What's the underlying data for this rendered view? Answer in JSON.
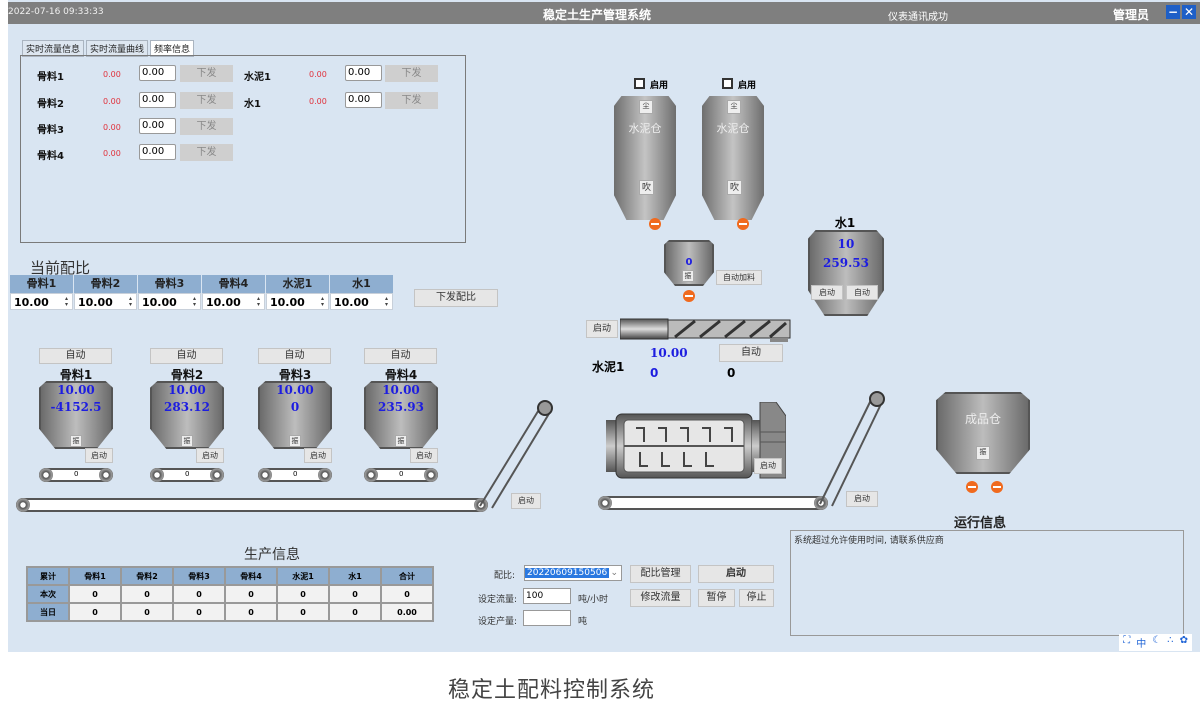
{
  "titlebar": {
    "datetime": "2022-07-16 09:33:33",
    "title": "稳定土生产管理系统",
    "status": "仪表通讯成功",
    "user": "管理员",
    "minimize": "−",
    "close": "✕"
  },
  "tabs": [
    {
      "label": "实时流量信息"
    },
    {
      "label": "实时流量曲线"
    },
    {
      "label": "频率信息",
      "active": true
    }
  ],
  "flow": {
    "rows": [
      {
        "label": "骨料1",
        "value": "0.00",
        "input": "0.00",
        "button": "下发"
      },
      {
        "label": "骨料2",
        "value": "0.00",
        "input": "0.00",
        "button": "下发"
      },
      {
        "label": "骨料3",
        "value": "0.00",
        "input": "0.00",
        "button": "下发"
      },
      {
        "label": "骨料4",
        "value": "0.00",
        "input": "0.00",
        "button": "下发"
      },
      {
        "label": "水泥1",
        "value": "0.00",
        "input": "0.00",
        "button": "下发"
      },
      {
        "label": "水1",
        "value": "0.00",
        "input": "0.00",
        "button": "下发"
      }
    ]
  },
  "ratio": {
    "title": "当前配比",
    "columns": [
      {
        "label": "骨料1",
        "value": "10.00"
      },
      {
        "label": "骨料2",
        "value": "10.00"
      },
      {
        "label": "骨料3",
        "value": "10.00"
      },
      {
        "label": "骨料4",
        "value": "10.00"
      },
      {
        "label": "水泥1",
        "value": "10.00"
      },
      {
        "label": "水1",
        "value": "10.00"
      }
    ],
    "send_button": "下发配比"
  },
  "aggregates": [
    {
      "auto": "自动",
      "name": "骨料1",
      "set": "10.00",
      "actual": "-4152.5",
      "vib": "振",
      "start": "启动",
      "belt": "0"
    },
    {
      "auto": "自动",
      "name": "骨料2",
      "set": "10.00",
      "actual": "283.12",
      "vib": "振",
      "start": "启动",
      "belt": "0"
    },
    {
      "auto": "自动",
      "name": "骨料3",
      "set": "10.00",
      "actual": "0",
      "vib": "振",
      "start": "启动",
      "belt": "0"
    },
    {
      "auto": "自动",
      "name": "骨料4",
      "set": "10.00",
      "actual": "235.93",
      "vib": "振",
      "start": "启动",
      "belt": "0"
    }
  ],
  "main_belt_start": "启动",
  "silos": [
    {
      "enable": "启用",
      "dust": "尘",
      "name": "水泥仓",
      "blow": "吹"
    },
    {
      "enable": "启用",
      "dust": "尘",
      "name": "水泥仓",
      "blow": "吹"
    }
  ],
  "cement_hopper": {
    "value": "0",
    "vib": "振",
    "auto_feed": "自动加料"
  },
  "water": {
    "name": "水1",
    "set": "10",
    "actual": "259.53",
    "start": "启动",
    "auto": "自动"
  },
  "screw": {
    "start": "启动",
    "name": "水泥1",
    "set": "10.00",
    "actual": "0",
    "other": "0",
    "auto": "自动"
  },
  "mixer": {
    "start": "启动"
  },
  "out_belt_start": "启动",
  "product_silo": {
    "name": "成品仓",
    "vib": "振"
  },
  "production": {
    "title": "生产信息",
    "headers": [
      "累计",
      "骨料1",
      "骨料2",
      "骨料3",
      "骨料4",
      "水泥1",
      "水1",
      "合计"
    ],
    "rows": [
      {
        "label": "本次",
        "values": [
          "0",
          "0",
          "0",
          "0",
          "0",
          "0",
          "0"
        ]
      },
      {
        "label": "当日",
        "values": [
          "0",
          "0",
          "0",
          "0",
          "0",
          "0",
          "0.00"
        ]
      }
    ]
  },
  "controls": {
    "ratio_label": "配比:",
    "ratio_value": "20220609150506",
    "flow_label": "设定流量:",
    "flow_value": "100",
    "flow_unit": "吨/小时",
    "output_label": "设定产量:",
    "output_value": "",
    "output_unit": "吨",
    "ratio_manage": "配比管理",
    "start": "启动",
    "modify_flow": "修改流量",
    "pause": "暂停",
    "stop": "停止"
  },
  "run_info": {
    "title": "运行信息",
    "message": "系统超过允许使用时间, 请联系供应商"
  },
  "tray_icons": [
    "screenshot-icon",
    "ime-chinese-icon",
    "moon-icon",
    "dots-icon",
    "settings-icon"
  ],
  "caption": "稳定土配料控制系统"
}
